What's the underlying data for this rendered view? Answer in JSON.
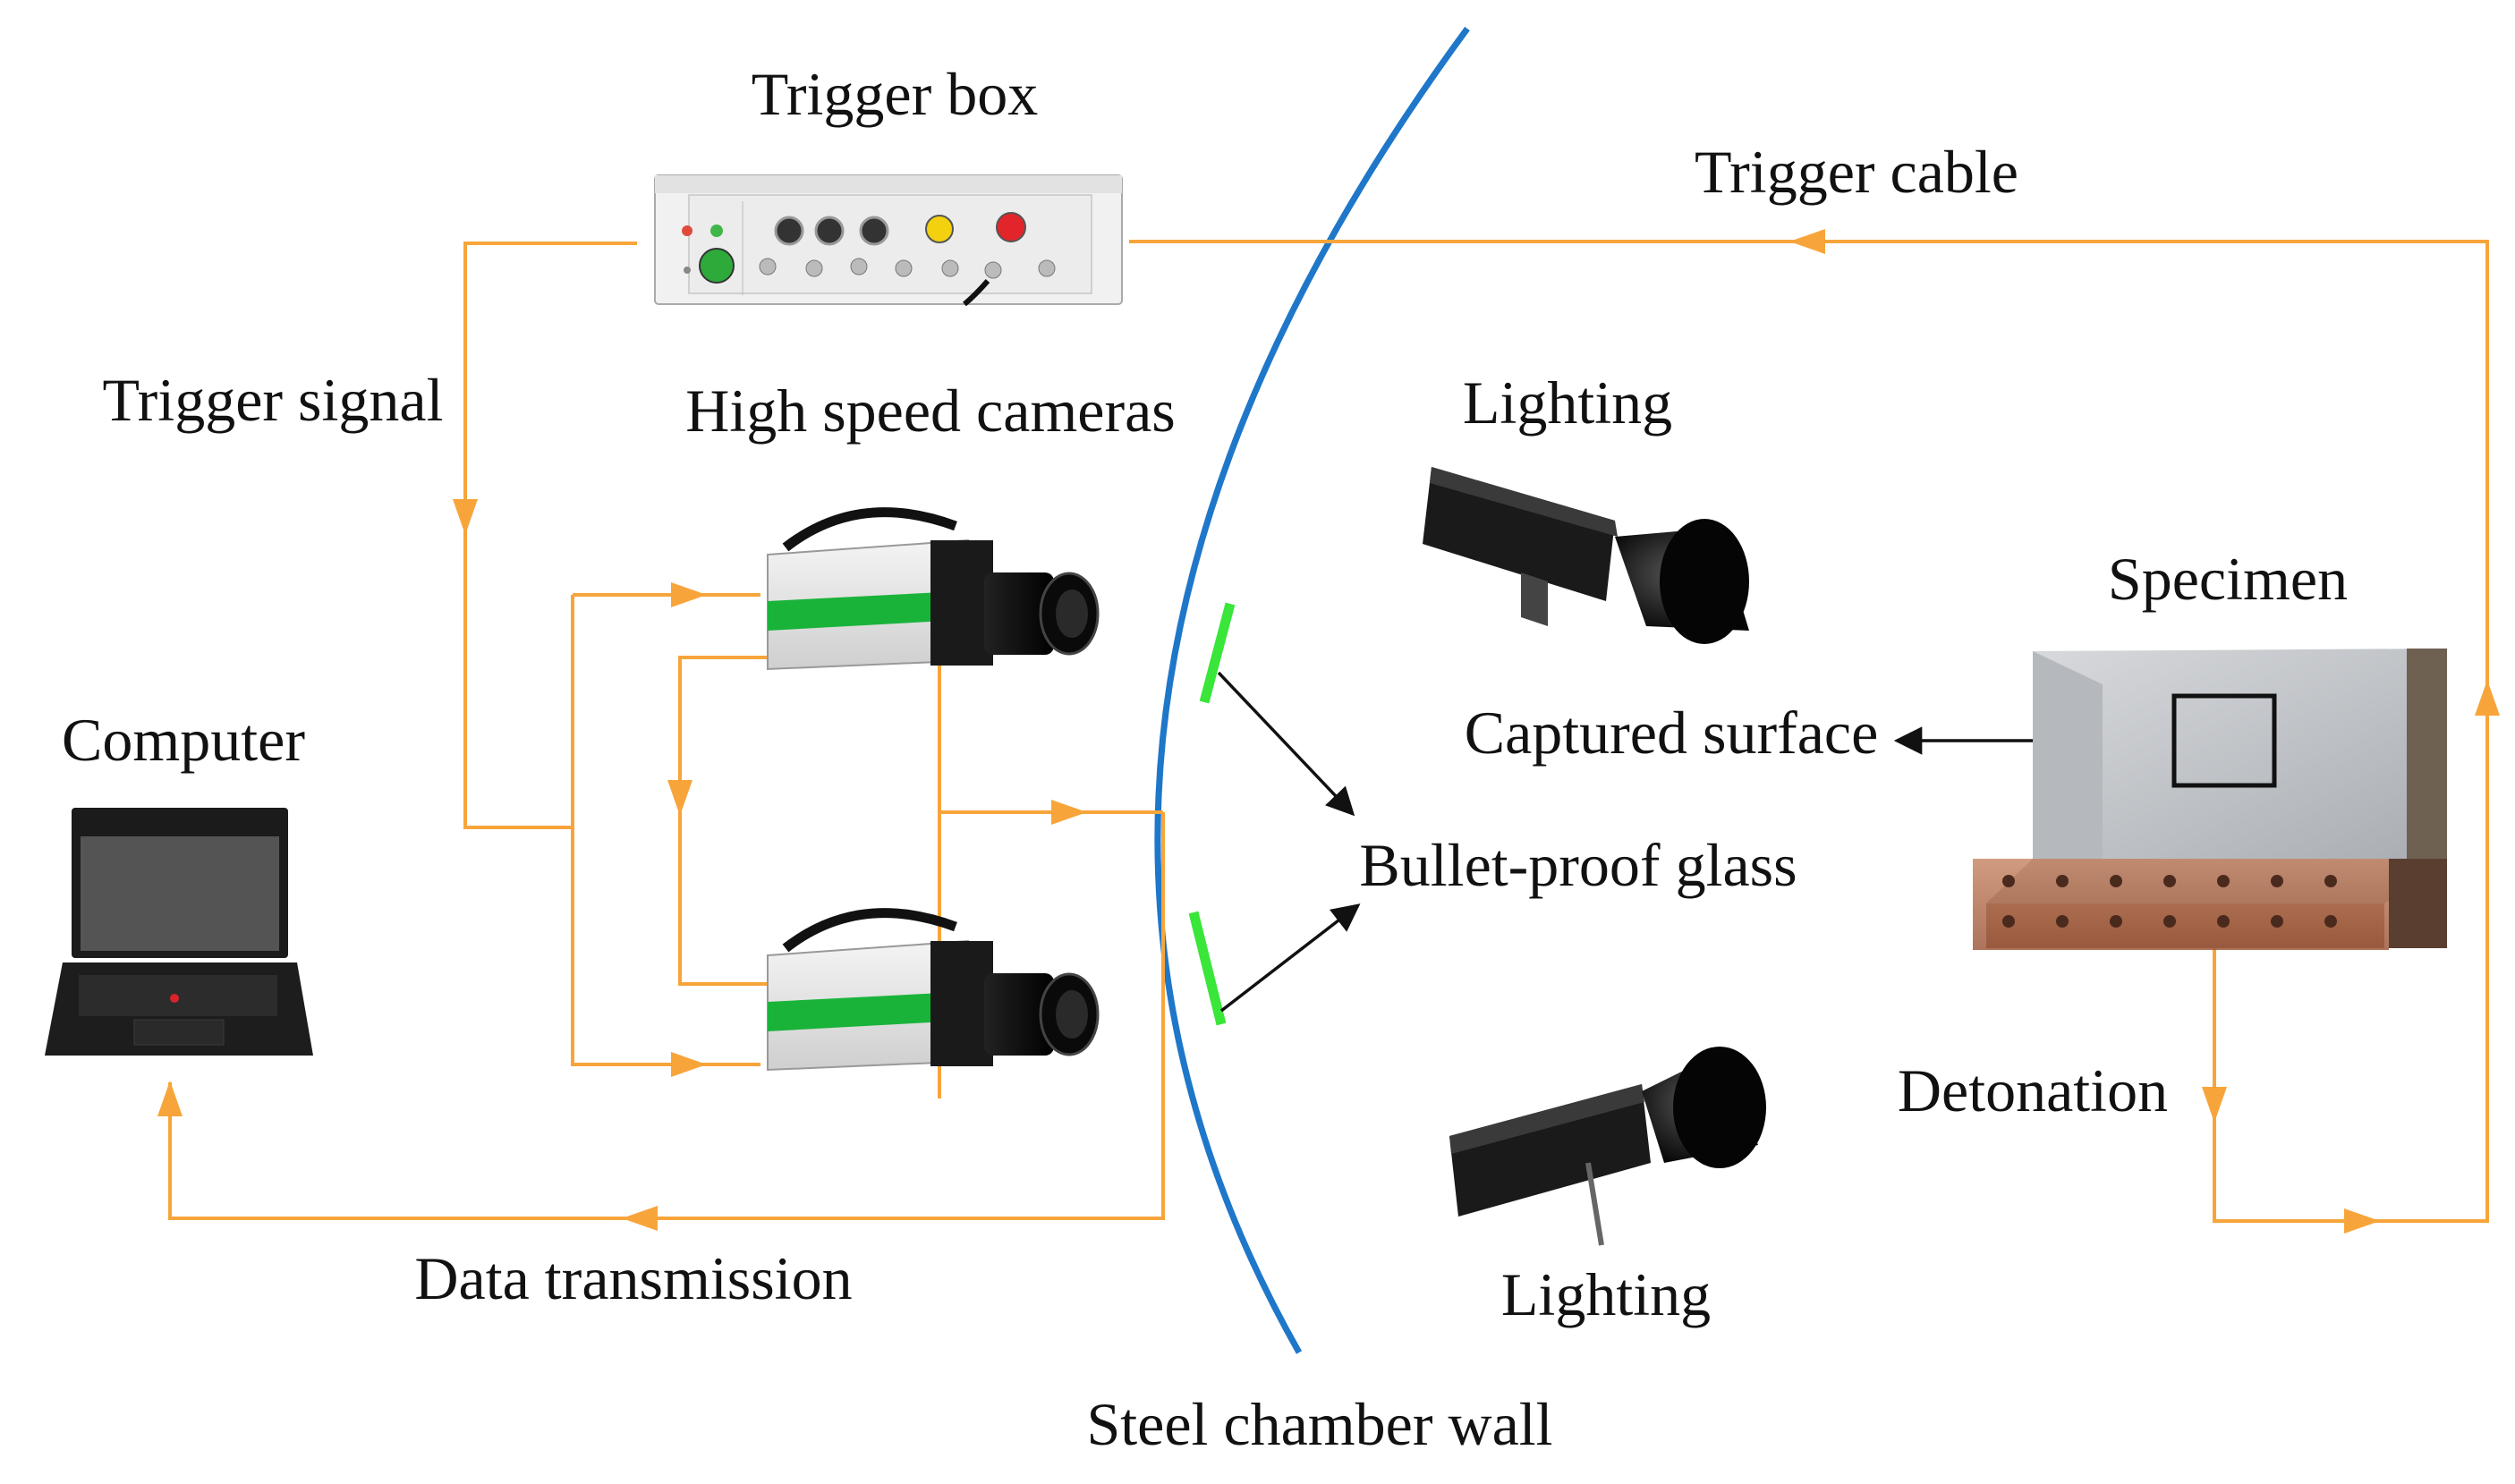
{
  "labels": {
    "trigger_box": "Trigger box",
    "trigger_cable": "Trigger cable",
    "trigger_signal": "Trigger signal",
    "high_speed_cameras": "High speed cameras",
    "lighting_top": "Lighting",
    "lighting_bottom": "Lighting",
    "computer": "Computer",
    "specimen": "Specimen",
    "captured_surface": "Captured surface",
    "bullet_proof_glass": "Bullet-proof glass",
    "detonation": "Detonation",
    "data_transmission": "Data transmission",
    "steel_chamber_wall": "Steel chamber wall"
  },
  "colors": {
    "signal_wire": "#F7A53B",
    "chamber_wall": "#1F77C9",
    "glass_window": "#39E639",
    "camera_stripe": "#19B33A",
    "pointer_arrow": "#111111"
  }
}
